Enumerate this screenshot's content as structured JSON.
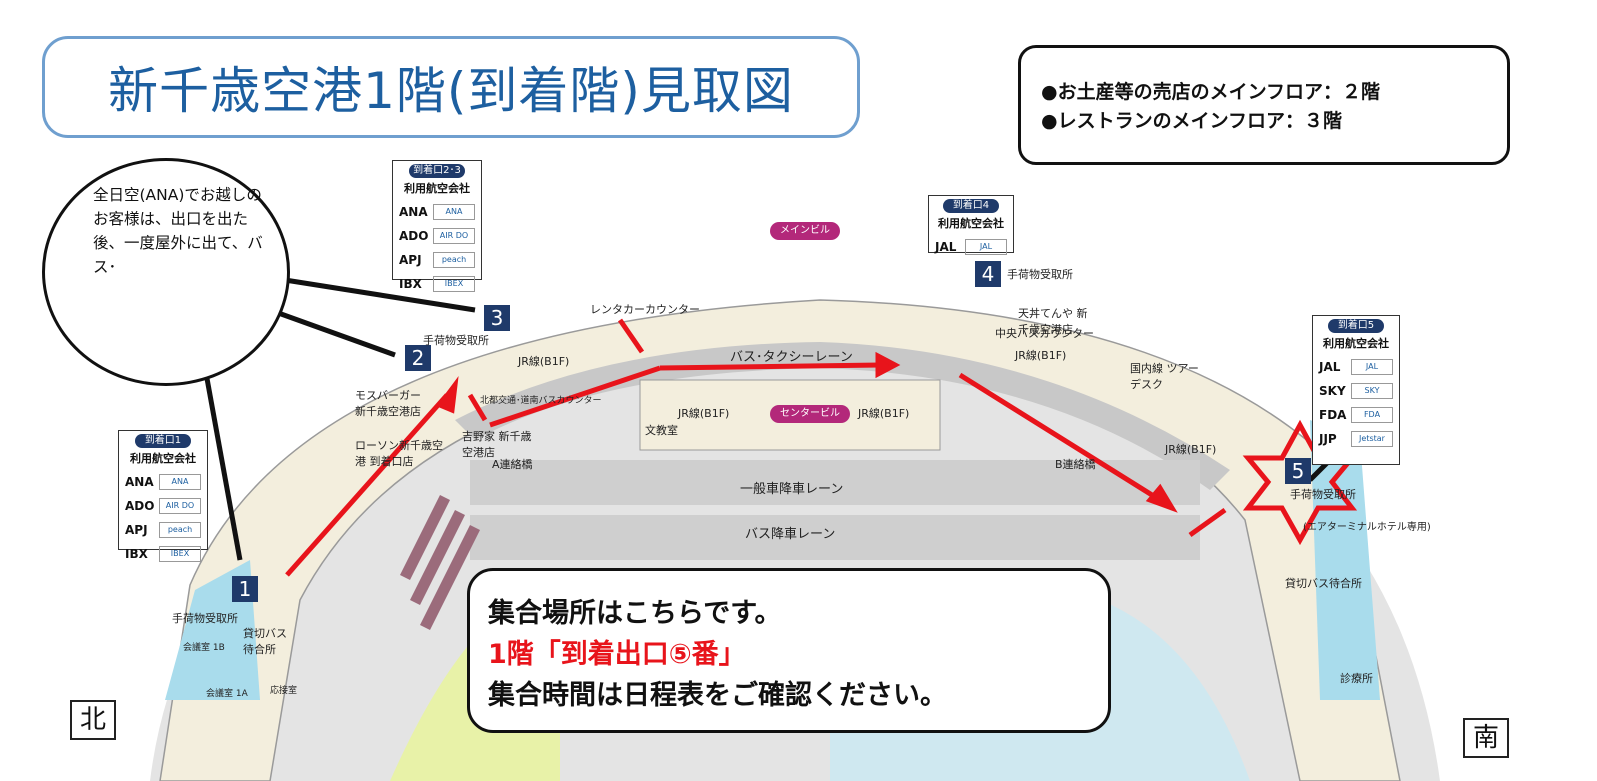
{
  "title": "新千歳空港1階(到着階)見取図",
  "info": {
    "line1": "●お土産等の売店のメインフロア：２階",
    "line2": "●レストランのメインフロア：３階"
  },
  "bubble_text": "全日空(ANA)でお越しのお客様は、出口を出た後、一度屋外に出て、バス･",
  "meeting": {
    "line1": "集合場所はこちらです。",
    "line2": "1階「到着出口⑤番」",
    "line3": "集合時間は日程表をご確認ください。"
  },
  "compass": {
    "north": "北",
    "south": "南"
  },
  "colors": {
    "title_border": "#6f9fcf",
    "title_text": "#1d5fa0",
    "route": "#e8141b",
    "gate_badge": "#1f3a6a",
    "building_pill": "#b3287a"
  },
  "panels": {
    "gate1": {
      "header": "到着口1",
      "sub": "利用航空会社",
      "rows": [
        {
          "code": "ANA",
          "logo": "ANA"
        },
        {
          "code": "ADO",
          "logo": "AIR DO"
        },
        {
          "code": "APJ",
          "logo": "peach"
        },
        {
          "code": "IBX",
          "logo": "IBEX"
        }
      ]
    },
    "gate23": {
      "header": "到着口2･3",
      "sub": "利用航空会社",
      "rows": [
        {
          "code": "ANA",
          "logo": "ANA"
        },
        {
          "code": "ADO",
          "logo": "AIR DO"
        },
        {
          "code": "APJ",
          "logo": "peach"
        },
        {
          "code": "IBX",
          "logo": "IBEX"
        }
      ]
    },
    "gate4": {
      "header": "到着口4",
      "sub": "利用航空会社",
      "rows": [
        {
          "code": "JAL",
          "logo": "JAL"
        }
      ]
    },
    "gate5": {
      "header": "到着口5",
      "sub": "利用航空会社",
      "rows": [
        {
          "code": "JAL",
          "logo": "JAL"
        },
        {
          "code": "SKY",
          "logo": "SKY"
        },
        {
          "code": "FDA",
          "logo": "FDA"
        },
        {
          "code": "JJP",
          "logo": "Jetstar"
        }
      ]
    }
  },
  "gates": {
    "g1": "1",
    "g2": "2",
    "g3": "3",
    "g4": "4",
    "g5": "5"
  },
  "labels": {
    "main_building": "メインビル",
    "center_building": "センタービル",
    "bus_taxi_lane": "バス･タクシーレーン",
    "general_lane": "一般車降車レーン",
    "bus_lane": "バス降車レーン",
    "jr1": "JR線(B1F)",
    "jr2": "JR線(B1F)",
    "jr3": "JR線(B1F)",
    "jr4": "JR線(B1F)",
    "jr5": "JR線(B1F)",
    "baggage1": "手荷物受取所",
    "baggage23": "手荷物受取所",
    "baggage4": "手荷物受取所",
    "baggage5": "手荷物受取所",
    "rentacar": "レンタカーカウンター",
    "mos": "モスバーガー 新千歳空港店",
    "lawson1": "ローソン新千歳空港 到着口店",
    "yoshinoya": "吉野家 新千歳空港店",
    "tendon": "天丼てんや 新千歳空港店",
    "bus_counter": "中央バスカウンター",
    "domestic_tour": "国内線 ツアーデスク",
    "a_bridge": "A連絡橋",
    "b_bridge": "B連絡橋",
    "charter_bus1": "貸切バス 待合所",
    "charter_bus2": "貸切バス待合所",
    "clinic": "診療所",
    "hotel": "(エアターミナルホテル専用)",
    "classroom": "文教室",
    "meeting1b": "会議室 1B",
    "meeting1a": "会議室 1A",
    "reception": "応接室",
    "hokuto": "北都交通･道南バスカウンター"
  }
}
